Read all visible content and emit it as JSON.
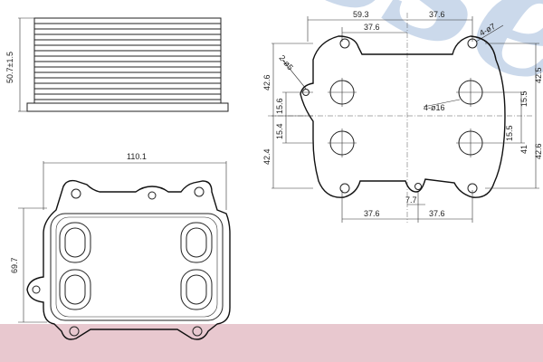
{
  "watermark": {
    "text": "Nissens",
    "color": "#bfd0e6"
  },
  "footer_band_color": "#e8c8cf",
  "side_view": {
    "height_dim": "50.7±1.5"
  },
  "front_view": {
    "width_dim": "110.1",
    "height_dim": "69.7"
  },
  "flange_view": {
    "top_outer_dim": "59.3",
    "top_right_dim": "37.6",
    "top_left_inner_dim": "37.6",
    "hole_small_label": "4-ø7",
    "hole_tiny_label": "2-ø5",
    "hole_big_label": "4-ø16",
    "left_dims": [
      "42.6",
      "15.6",
      "15.4",
      "42.4"
    ],
    "right_dims": [
      "42.5",
      "15.5",
      "15.5",
      "41",
      "42.6"
    ],
    "bottom_small_dim": "7.7",
    "bottom_left_dim": "37.6",
    "bottom_right_dim": "37.6"
  }
}
